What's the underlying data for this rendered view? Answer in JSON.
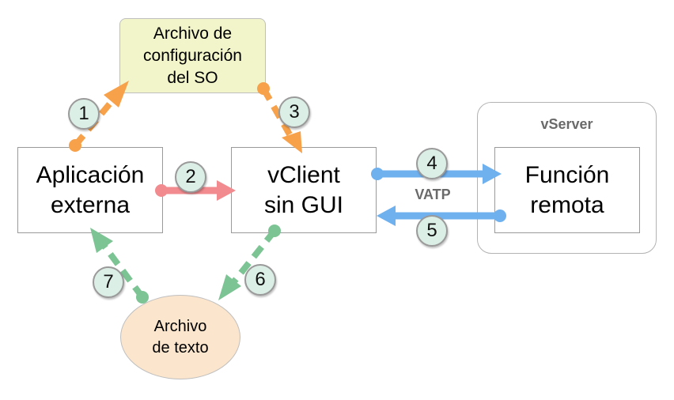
{
  "nodes": {
    "config_file": "Archivo de\nconfiguración\ndel SO",
    "external_app": "Aplicación\nexterna",
    "vclient": "vClient\nsin GUI",
    "remote_function": "Función\nremota",
    "text_file": "Archivo\nde texto"
  },
  "groups": {
    "vserver": "vServer"
  },
  "edge_labels": {
    "vatp": "VATP"
  },
  "steps": [
    "1",
    "2",
    "3",
    "4",
    "5",
    "6",
    "7"
  ],
  "colors": {
    "orange": "#f7a14a",
    "red": "#f28b8f",
    "blue": "#6fb0ee",
    "green": "#7cc493",
    "config_fill": "#f2f5c9",
    "text_file_fill": "#fbe5cc",
    "step_fill": "#dcefe6"
  }
}
